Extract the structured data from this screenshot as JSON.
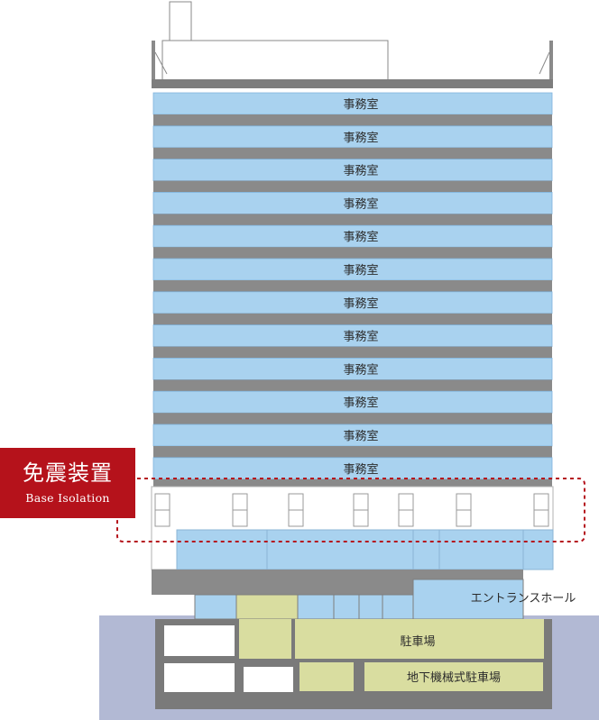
{
  "colors": {
    "office": "#a9d2ef",
    "slab": "#8a8a8a",
    "ground": "#b2b9d4",
    "parking": "#d9dda0",
    "isolation_accent": "#b5121b",
    "wall": "#7a7a7a"
  },
  "office_floors": [
    {
      "label": "事務室"
    },
    {
      "label": "事務室"
    },
    {
      "label": "事務室"
    },
    {
      "label": "事務室"
    },
    {
      "label": "事務室"
    },
    {
      "label": "事務室"
    },
    {
      "label": "事務室"
    },
    {
      "label": "事務室"
    },
    {
      "label": "事務室"
    },
    {
      "label": "事務室"
    },
    {
      "label": "事務室"
    },
    {
      "label": "事務室"
    }
  ],
  "entrance": {
    "label": "エントランスホール"
  },
  "parking": {
    "label": "駐車場"
  },
  "mech_parking": {
    "label": "地下機械式駐車場"
  },
  "isolation": {
    "title": "免震装置",
    "subtitle": "Base Isolation"
  }
}
